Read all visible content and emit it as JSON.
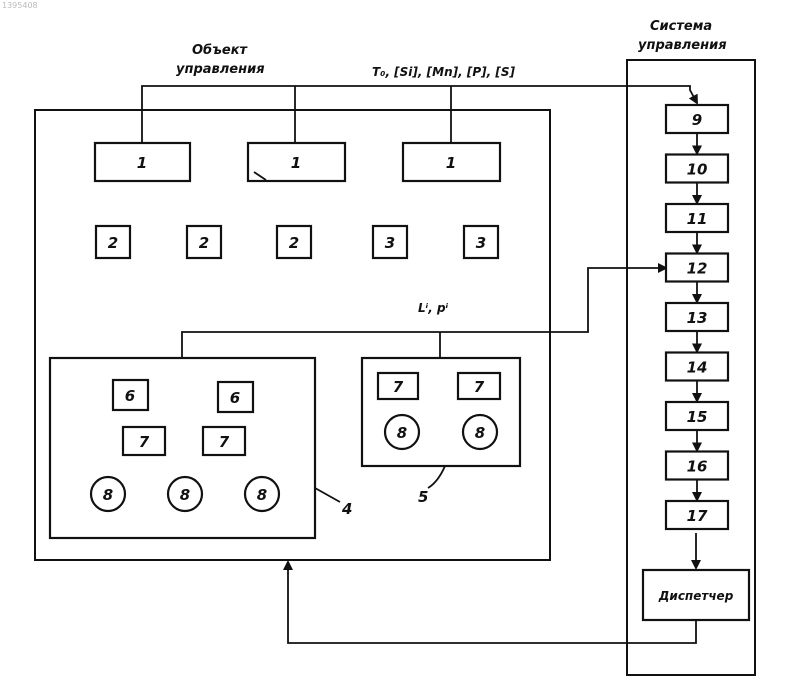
{
  "watermark": "1395408",
  "object_title": [
    "Объект",
    "управления"
  ],
  "system_title": [
    "Система",
    "управления"
  ],
  "top_signals": "Т₀, [Si], [Mn], [P], [S]",
  "mid_signals": "Lⁱ, pⁱ",
  "boxes": {
    "b1a": "1",
    "b1b": "1",
    "b1c": "1",
    "b2a": "2",
    "b2b": "2",
    "b2c": "2",
    "b3a": "3",
    "b3b": "3",
    "b6a": "6",
    "b6b": "6",
    "b7a": "7",
    "b7b": "7",
    "b7c": "7",
    "b7d": "7",
    "c8a": "8",
    "c8b": "8",
    "c8c": "8",
    "c8d": "8",
    "c8e": "8",
    "unit4": "4",
    "unit5": "5"
  },
  "chain": [
    "9",
    "10",
    "11",
    "12",
    "13",
    "14",
    "15",
    "16",
    "17"
  ],
  "dispatcher": "Диспетчер"
}
